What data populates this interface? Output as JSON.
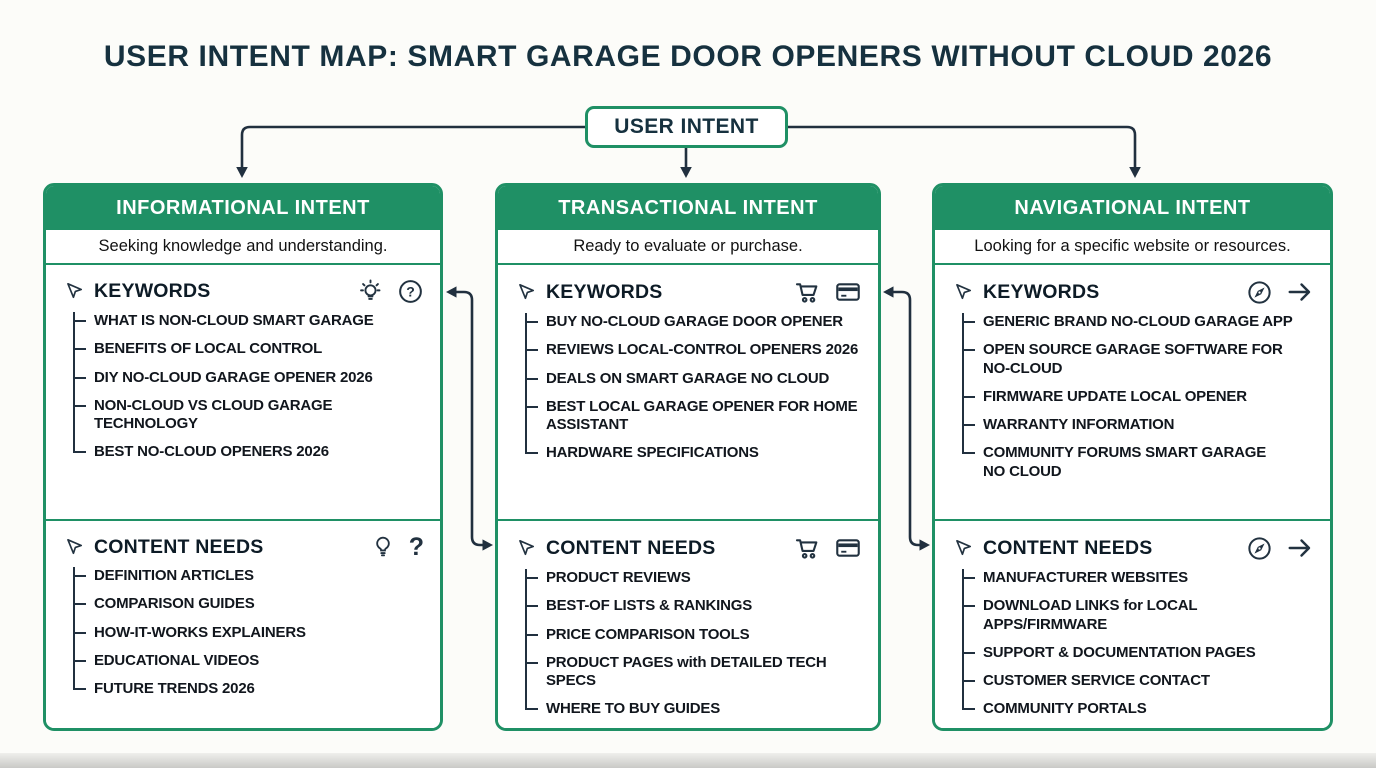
{
  "page": {
    "title": "USER INTENT MAP: SMART GARAGE DOOR OPENERS WITHOUT CLOUD 2026"
  },
  "root": {
    "label": "USER INTENT"
  },
  "colors": {
    "green": "#1f9065",
    "navy": "#16313f",
    "text": "#11161d",
    "background": "#fcfcf9"
  },
  "columns": [
    {
      "id": "informational",
      "header": "INFORMATIONAL INTENT",
      "subtitle": "Seeking knowledge and understanding.",
      "sections": [
        {
          "title": "KEYWORDS",
          "icons": [
            "lightbulb-sparkle-icon",
            "question-circle-icon"
          ],
          "items": [
            "WHAT IS NON-CLOUD SMART GARAGE",
            "BENEFITS OF LOCAL CONTROL",
            "DIY NO-CLOUD GARAGE OPENER 2026",
            "NON-CLOUD VS CLOUD GARAGE\nTECHNOLOGY",
            "BEST NO-CLOUD OPENERS 2026"
          ]
        },
        {
          "title": "CONTENT NEEDS",
          "icons": [
            "lightbulb-icon",
            "question-mark-icon"
          ],
          "items": [
            "DEFINITION ARTICLES",
            "COMPARISON GUIDES",
            "HOW-IT-WORKS EXPLAINERS",
            "EDUCATIONAL VIDEOS",
            "FUTURE TRENDS 2026"
          ]
        }
      ]
    },
    {
      "id": "transactional",
      "header": "TRANSACTIONAL INTENT",
      "subtitle": "Ready to evaluate or purchase.",
      "sections": [
        {
          "title": "KEYWORDS",
          "icons": [
            "cart-icon",
            "credit-card-icon"
          ],
          "items": [
            "BUY NO-CLOUD GARAGE DOOR OPENER",
            "REVIEWS LOCAL-CONTROL OPENERS 2026",
            "DEALS ON SMART GARAGE NO CLOUD",
            "BEST LOCAL GARAGE OPENER FOR HOME\nASSISTANT",
            "HARDWARE SPECIFICATIONS"
          ]
        },
        {
          "title": "CONTENT NEEDS",
          "icons": [
            "cart-icon",
            "credit-card-icon"
          ],
          "items": [
            "PRODUCT REVIEWS",
            "BEST-OF LISTS & RANKINGS",
            "PRICE COMPARISON TOOLS",
            "PRODUCT PAGES with DETAILED TECH SPECS",
            "WHERE TO BUY GUIDES"
          ]
        }
      ]
    },
    {
      "id": "navigational",
      "header": "NAVIGATIONAL INTENT",
      "subtitle": "Looking for a specific website or resources.",
      "sections": [
        {
          "title": "KEYWORDS",
          "icons": [
            "compass-icon",
            "arrow-right-icon"
          ],
          "items": [
            "GENERIC BRAND NO-CLOUD GARAGE APP",
            "OPEN SOURCE GARAGE SOFTWARE FOR\nNO-CLOUD",
            "FIRMWARE UPDATE LOCAL OPENER",
            "WARRANTY INFORMATION",
            "COMMUNITY FORUMS SMART GARAGE\nNO CLOUD"
          ]
        },
        {
          "title": "CONTENT NEEDS",
          "icons": [
            "compass-icon",
            "arrow-right-icon"
          ],
          "items": [
            "MANUFACTURER WEBSITES",
            "DOWNLOAD LINKS for LOCAL APPS/FIRMWARE",
            "SUPPORT & DOCUMENTATION PAGES",
            "CUSTOMER SERVICE CONTACT",
            "COMMUNITY PORTALS"
          ]
        }
      ]
    }
  ]
}
